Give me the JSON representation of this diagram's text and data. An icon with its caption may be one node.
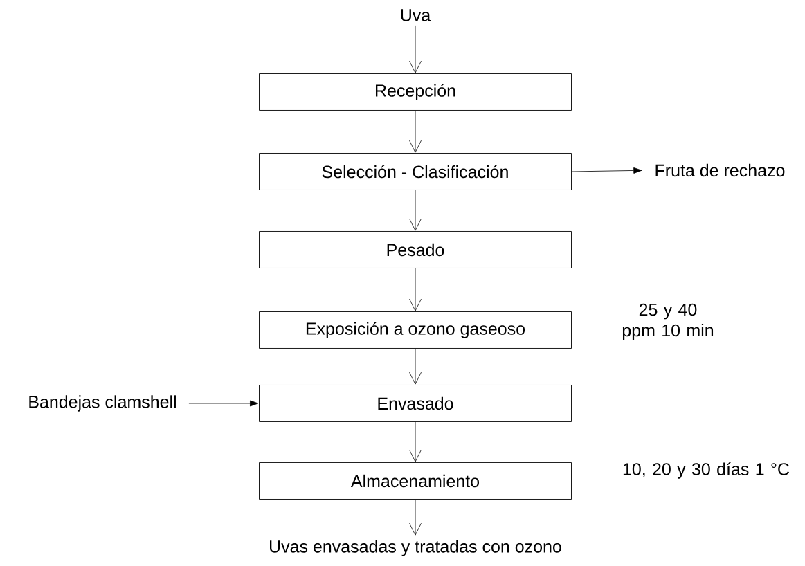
{
  "diagram": {
    "nodes": [
      {
        "text": [
          "Uva"
        ]
      },
      {
        "text": [
          "Recepción"
        ]
      },
      {
        "text": [
          "Selección - Clasificación"
        ]
      },
      {
        "text": [
          "Fruta de rechazo"
        ]
      },
      {
        "text": [
          "Pesado"
        ]
      },
      {
        "text": [
          "Exposición a ozono gaseoso"
        ],
        "beside": [
          "25 y 40 ppm 10 min"
        ]
      },
      {
        "text": [
          "Bandejas clamshell"
        ]
      },
      {
        "text": [
          "Envasado"
        ]
      },
      {
        "text": [
          "Almacenamiento"
        ],
        "beside": [
          "10, 20 y 30 días 1 °C"
        ]
      },
      {
        "text": [
          "Uvas envasadas y tratadas con ozono"
        ]
      }
    ],
    "edges": [
      {
        "from": 0,
        "to": 1,
        "arrow": "to"
      },
      {
        "from": 1,
        "to": 2,
        "arrow": "to"
      },
      {
        "from": 2,
        "to": 3,
        "arrow": "to"
      },
      {
        "from": 2,
        "to": 4,
        "arrow": "to"
      },
      {
        "from": 4,
        "to": 5,
        "arrow": "to"
      },
      {
        "from": 5,
        "to": 7,
        "arrow": "to"
      },
      {
        "from": 6,
        "to": 7,
        "arrow": "to"
      },
      {
        "from": 7,
        "to": 8,
        "arrow": "to"
      },
      {
        "from": 8,
        "to": 9,
        "arrow": "to"
      }
    ]
  }
}
